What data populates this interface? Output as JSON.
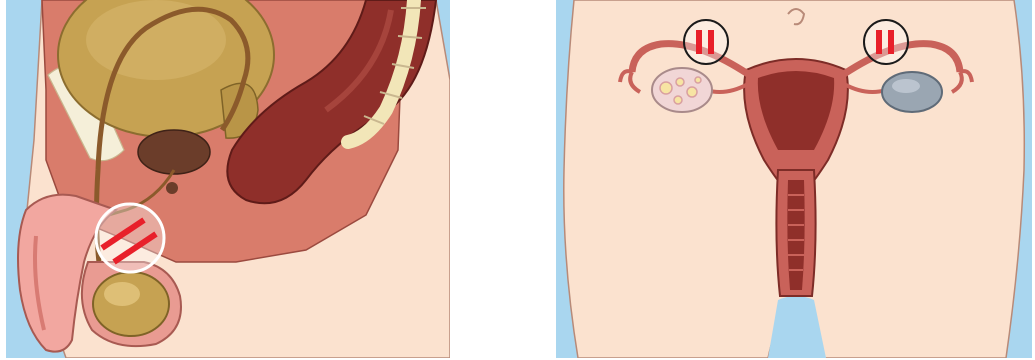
{
  "figure": {
    "panels": [
      {
        "id": "male",
        "depiction": "vasectomy",
        "marker": {
          "symbol": "double-slash",
          "color": "#e8202a",
          "count": 1
        }
      },
      {
        "id": "female",
        "depiction": "tubal-ligation",
        "marker": {
          "symbol": "double-bar",
          "color": "#e8202a",
          "count": 2
        }
      }
    ],
    "colors": {
      "background": "#a9d6ef",
      "skin": "#fbe2cf",
      "tissue": "#d97c6b",
      "organ_dark": "#8f2f2a",
      "bladder": "#c6a252",
      "mark": "#e8202a"
    }
  }
}
